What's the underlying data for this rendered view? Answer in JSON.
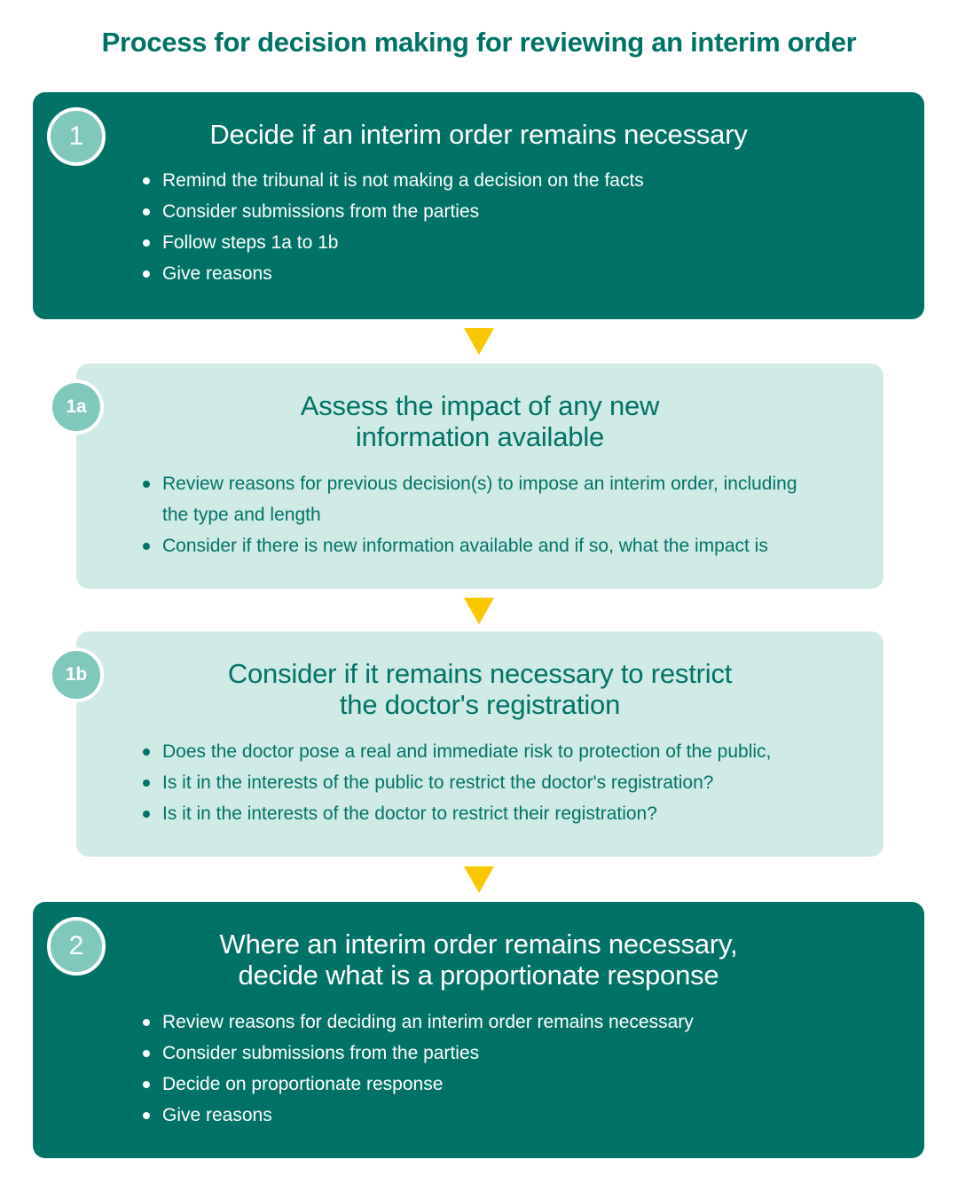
{
  "title": "Process for decision making for reviewing an interim order",
  "colors": {
    "dark_green": "#007366",
    "light_green": "#d0eae5",
    "badge_green": "#7fc8bb",
    "arrow_yellow": "#f7c800"
  },
  "steps": [
    {
      "badge": "1",
      "heading_lines": [
        "Decide if an interim order remains necessary"
      ],
      "bullets": [
        "Remind the tribunal it is not making a decision on the facts",
        "Consider submissions from the parties",
        "Follow steps 1a to 1b",
        "Give reasons"
      ]
    },
    {
      "badge": "1a",
      "heading_lines": [
        "Assess the impact of any new",
        "information available"
      ],
      "bullets": [
        "Review reasons for previous decision(s) to impose an interim order, including the type and length",
        "Consider if there is new information available and if so, what the impact is"
      ]
    },
    {
      "badge": "1b",
      "heading_lines": [
        "Consider if it remains necessary to restrict",
        "the doctor's registration"
      ],
      "bullets": [
        "Does the doctor pose a real and immediate risk to protection of the public,",
        "Is it in the interests of the public to restrict the doctor's registration?",
        "Is it in the interests of the doctor to restrict their registration?"
      ]
    },
    {
      "badge": "2",
      "heading_lines": [
        "Where an interim order remains necessary,",
        "decide what is a proportionate response"
      ],
      "bullets": [
        "Review reasons for deciding an interim order remains necessary",
        "Consider submissions from the parties",
        "Decide on proportionate response",
        "Give reasons"
      ]
    }
  ]
}
